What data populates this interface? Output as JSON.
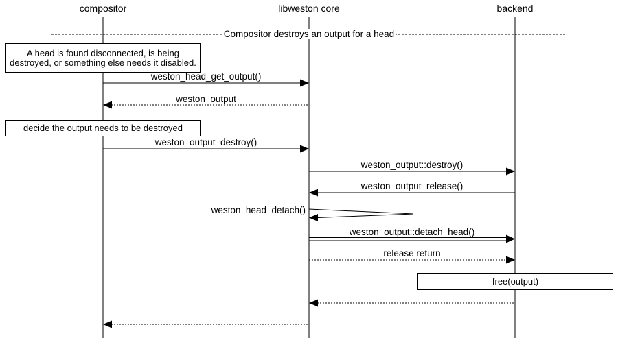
{
  "diagram": {
    "actors": [
      {
        "name": "compositor"
      },
      {
        "name": "libweston core"
      },
      {
        "name": "backend"
      }
    ],
    "divider": {
      "label": "Compositor destroys an output for a head"
    },
    "notes": [
      {
        "on": "compositor",
        "text": "A head is found disconnected, is being destroyed, or something else needs it disabled."
      },
      {
        "on": "compositor",
        "text": "decide the output needs to be destroyed"
      },
      {
        "on": "backend",
        "text": "free(output)"
      }
    ],
    "messages": [
      {
        "label": "weston_head_get_output()",
        "from": "compositor",
        "to": "libweston core",
        "line": "solid"
      },
      {
        "label": "weston_output",
        "from": "libweston core",
        "to": "compositor",
        "line": "dashed"
      },
      {
        "label": "weston_output_destroy()",
        "from": "compositor",
        "to": "libweston core",
        "line": "solid"
      },
      {
        "label": "weston_output::destroy()",
        "from": "libweston core",
        "to": "backend",
        "line": "solid"
      },
      {
        "label": "weston_output_release()",
        "from": "backend",
        "to": "libweston core",
        "line": "solid"
      },
      {
        "label": "weston_head_detach()",
        "from": "libweston core",
        "to": "libweston core",
        "line": "self"
      },
      {
        "label": "weston_output::detach_head()",
        "from": "libweston core",
        "to": "backend",
        "line": "double"
      },
      {
        "label": "release return",
        "from": "libweston core",
        "to": "backend",
        "line": "dashed"
      },
      {
        "label": "",
        "from": "backend",
        "to": "libweston core",
        "line": "dashed"
      },
      {
        "label": "",
        "from": "libweston core",
        "to": "compositor",
        "line": "dashed"
      }
    ],
    "colors": {
      "line": "#000000",
      "background": "#ffffff"
    }
  }
}
